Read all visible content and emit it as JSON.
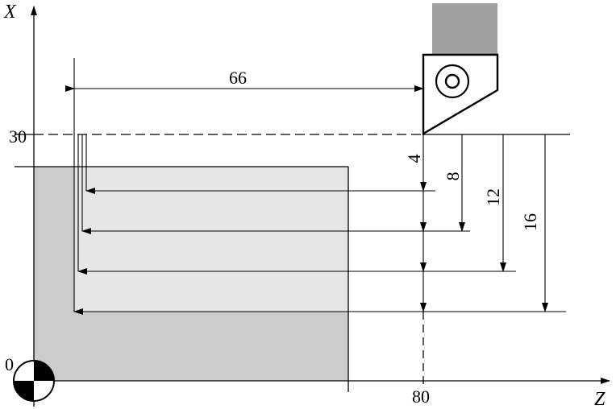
{
  "axes": {
    "x_axis_label": "X",
    "z_axis_label": "Z",
    "origin_label": "0"
  },
  "dimensions": {
    "length_66": "66",
    "x_30": "30",
    "z_80": "80",
    "depth_4": "4",
    "depth_8": "8",
    "depth_12": "12",
    "depth_16": "16"
  },
  "colors": {
    "workpiece_outer": "#cccccc",
    "workpiece_inner": "#e6e6e6",
    "tool_holder": "#a0a0a0",
    "line": "#000000"
  },
  "icons": {
    "origin_marker": "origin-quadrant-icon",
    "tool": "cutting-insert-icon"
  }
}
